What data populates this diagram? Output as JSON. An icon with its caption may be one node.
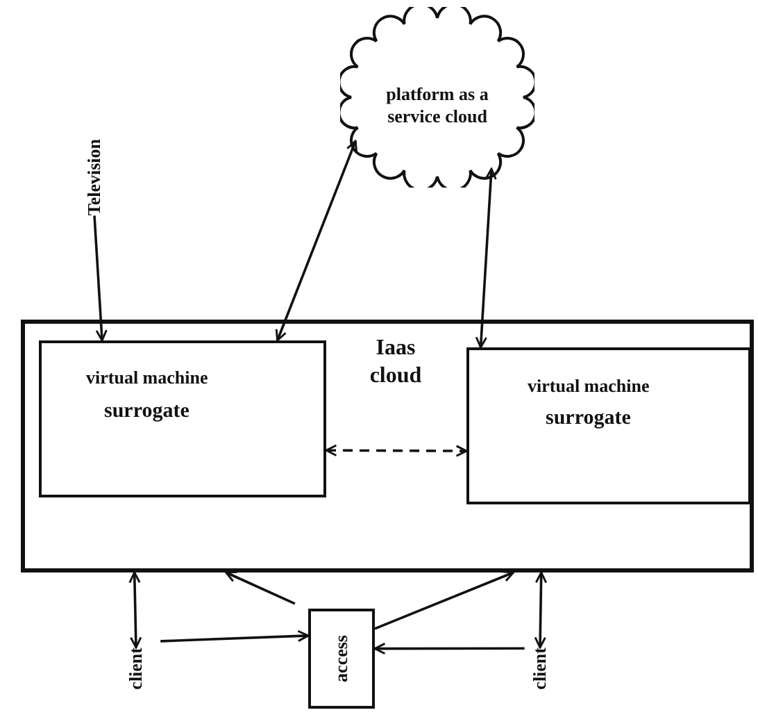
{
  "diagram": {
    "nodes": [
      {
        "text": [
          "platform as a service cloud"
        ]
      },
      {
        "text": [
          "Iaas cloud"
        ]
      },
      {
        "text": [
          "virtual machine",
          "surrogate"
        ],
        "in": 1
      },
      {
        "text": [
          "virtual machine",
          "surrogate"
        ],
        "in": 1
      },
      {
        "text": [
          "Television"
        ]
      },
      {
        "text": [
          "client"
        ]
      },
      {
        "text": [
          "access"
        ]
      },
      {
        "text": [
          "client"
        ]
      }
    ],
    "edges": [
      {
        "from": 0,
        "to": 2,
        "arrow": "both"
      },
      {
        "from": 0,
        "to": 3,
        "arrow": "both"
      },
      {
        "from": 4,
        "to": 2,
        "arrow": "to"
      },
      {
        "from": 2,
        "to": 3,
        "arrow": "both",
        "style": "dashed"
      },
      {
        "from": 5,
        "to": 1,
        "arrow": "both"
      },
      {
        "from": 5,
        "to": 6,
        "arrow": "to"
      },
      {
        "from": 6,
        "to": 1,
        "arrow": "to"
      },
      {
        "from": 6,
        "to": 1,
        "arrow": "to"
      },
      {
        "from": 7,
        "to": 6,
        "arrow": "to"
      },
      {
        "from": 7,
        "to": 1,
        "arrow": "both"
      }
    ]
  }
}
